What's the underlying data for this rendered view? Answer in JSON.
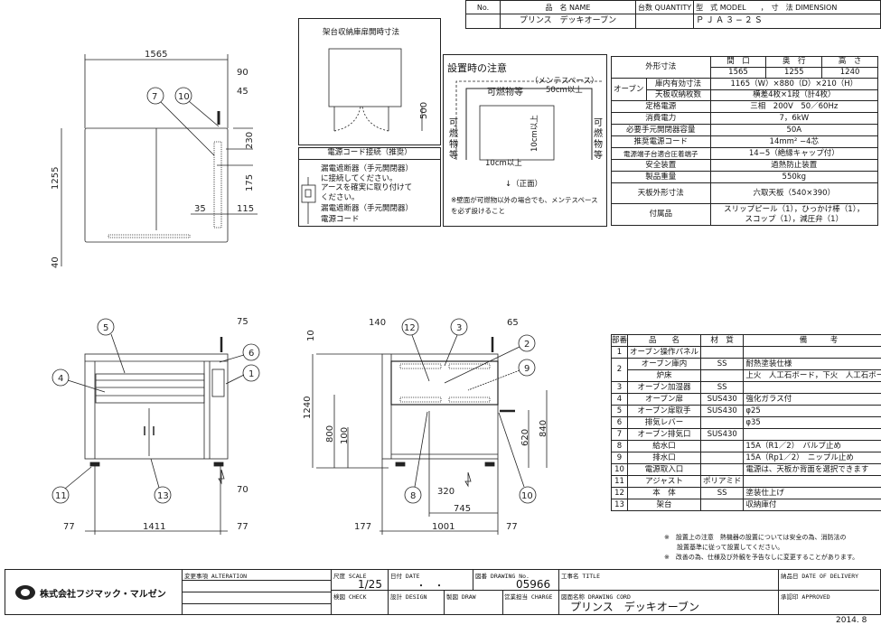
{
  "title_block": {
    "headers": {
      "no": "No.",
      "name": "品　名 NAME",
      "quantity": "台数 QUANTITY",
      "model": "型　式 MODEL　　，　寸　法 DIMENSION"
    },
    "row": {
      "no": "",
      "name": "プリンス　デッキオーブン",
      "quantity": "",
      "model": "ＰＪＡ３−２Ｓ"
    }
  },
  "door_box": {
    "title": "架台収納庫扉開時寸法",
    "dim": "500"
  },
  "cord_box": {
    "title": "電源コード接続（推奨）",
    "lines": [
      "漏電遮断器（手元開閉器）",
      "に接続してください。",
      "アースを確実に取り付けて",
      "ください。"
    ],
    "label_breaker": "漏電遮断器（手元開閉器）",
    "label_cord": "電源コード"
  },
  "caution_box": {
    "title": "設置時の注意",
    "top_label": "可燃物等",
    "maint_label": "（メンテスペース）",
    "maint_dim": "50cm以上",
    "left_label": "可燃物等",
    "right_label": "可燃物等",
    "side_dim": "10cm以上",
    "back_dim": "10cm以上",
    "front": "↓（正面）",
    "note": "※壁面が可燃物以外の場合でも、メンテスペースを必ず設けること"
  },
  "specs": {
    "outer_label": "外形寸法",
    "outer_headers": [
      "間　口",
      "奥　行",
      "高　さ"
    ],
    "outer_values": [
      "1565",
      "1255",
      "1240"
    ],
    "oven_label": "オーブン",
    "rows": [
      {
        "label": "庫内有効寸法",
        "value": "1165（W）×880（D）×210（H）"
      },
      {
        "label": "天板収納枚数",
        "value": "横差4枚×1段（計4枚）"
      },
      {
        "label": "定格電源",
        "value": "三相　200V　50／60Hz"
      },
      {
        "label": "消費電力",
        "value": "7，6kW"
      },
      {
        "label": "必要手元開閉器容量",
        "value": "50A"
      },
      {
        "label": "推奨電源コード",
        "value": "14mm² −4芯"
      },
      {
        "label": "電源端子台適合圧着端子",
        "value": "14−5（絶縁キャップ付）"
      },
      {
        "label": "安全装置",
        "value": "過熱防止装置"
      },
      {
        "label": "製品重量",
        "value": "550kg"
      },
      {
        "label": "天板外形寸法",
        "value": "六取天板（540×390）"
      },
      {
        "label": "付属品",
        "value": "スリップピール（1），ひっかけ棒（1），",
        "value2": "スコップ（1），減圧弁（1）"
      }
    ]
  },
  "parts": {
    "headers": [
      "部番",
      "品　　名",
      "材　質",
      "備　　　考"
    ],
    "rows": [
      {
        "no": "1",
        "name": "オーブン操作パネル",
        "material": "",
        "note": ""
      },
      {
        "no": "2",
        "name": "オーブン庫内",
        "material": "SS",
        "note": "耐熱塗装仕様"
      },
      {
        "no": "",
        "name": "炉床",
        "material": "",
        "note": "上火　人工石ボード，下火　人工石ボード"
      },
      {
        "no": "3",
        "name": "オーブン加湿器",
        "material": "SS",
        "note": ""
      },
      {
        "no": "4",
        "name": "オーブン扉",
        "material": "SUS430",
        "note": "強化ガラス付"
      },
      {
        "no": "5",
        "name": "オーブン扉取手",
        "material": "SUS430",
        "note": "φ25"
      },
      {
        "no": "6",
        "name": "排気レバー",
        "material": "",
        "note": "φ35"
      },
      {
        "no": "7",
        "name": "オーブン排気口",
        "material": "SUS430",
        "note": ""
      },
      {
        "no": "8",
        "name": "給水口",
        "material": "",
        "note": "15A（R1／2）　バルブ止め"
      },
      {
        "no": "9",
        "name": "排水口",
        "material": "",
        "note": "15A（Rp1／2）　ニップル止め"
      },
      {
        "no": "10",
        "name": "電源取入口",
        "material": "",
        "note": "電源は、天板か背面を選択できます"
      },
      {
        "no": "11",
        "name": "アジャスト",
        "material": "ポリアミド",
        "note": ""
      },
      {
        "no": "12",
        "name": "本　体",
        "material": "SS",
        "note": "塗装仕上げ"
      },
      {
        "no": "13",
        "name": "架台",
        "material": "",
        "note": "収納庫付"
      }
    ]
  },
  "notes": [
    "※　設置上の注意　熱機器の設置については安全の為、消防法の",
    "　　設置基準に従って設置してください。",
    "※　改善の為、仕様及び外観を予告なしに変更することがあります。"
  ],
  "footer": {
    "company": "株式会社フジマック・マルゼン",
    "alteration": "変更事項 ALTERATION",
    "scale_label": "尺度 SCALE",
    "scale": "1/25",
    "date_label": "日付 DATE",
    "date": "・　・",
    "drawing_no_label": "図番 DRAWING No.",
    "drawing_no": "05966",
    "title_label": "工事名 TITLE",
    "delivery_label": "納品日 DATE OF DELIVERY",
    "check_label": "検図 CHECK",
    "design_label": "設計 DESIGN",
    "draw_label": "製図 DRAW",
    "charge_label": "営業担当 CHARGE",
    "drawing_cord_label": "図面名称 DRAWING CORD",
    "drawing_cord": "プリンス　デッキオーブン",
    "approved_label": "承認印 APPROVED",
    "issue_date": "2014. 8"
  },
  "drawings": {
    "top": {
      "dims": [
        "1565",
        "90",
        "45",
        "230",
        "175",
        "35",
        "115",
        "1255",
        "40"
      ],
      "balloons": [
        "7",
        "10"
      ]
    },
    "front": {
      "dims": [
        "75",
        "70",
        "77",
        "1411",
        "77"
      ],
      "balloons": [
        "5",
        "4",
        "6",
        "1",
        "11",
        "13"
      ]
    },
    "side": {
      "dims": [
        "140",
        "65",
        "10",
        "1240",
        "800",
        "100",
        "620",
        "840",
        "320",
        "745",
        "177",
        "1001",
        "77"
      ],
      "balloons": [
        "12",
        "3",
        "2",
        "9",
        "8",
        "10"
      ]
    }
  }
}
